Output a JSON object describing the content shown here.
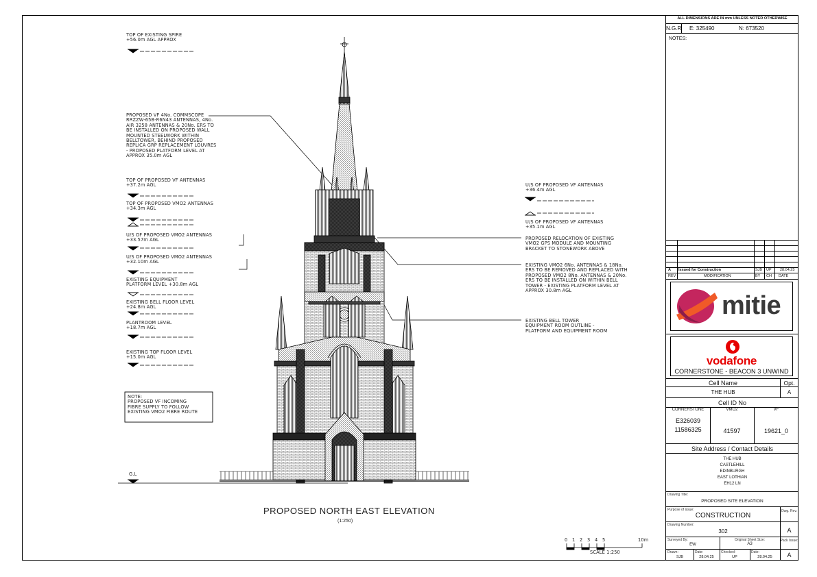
{
  "drawing": {
    "labels": {
      "spire": "TOP OF EXISTING SPIRE\n+56.0m AGL APPROX",
      "vf_proposal": "PROPOSED VF 4No. COMMSCOPE\nRRZZW-65B-R6N43 ANTENNAS, 4No.\nAIR 3258 ANTENNAS & 20No. ERS TO\nBE INSTALLED ON PROPOSED WALL\nMOUNTED STEELWORK WITHIN\nBELLTOWER, BEHIND PROPOSED\nREPLICA GRP REPLACEMENT LOUVRES\n- PROPOSED PLATFORM LEVEL AT\nAPPROX 35.0m AGL",
      "top_vf": "TOP OF PROPOSED VF ANTENNAS\n+37.2m AGL",
      "top_vmo2": "TOP OF PROPOSED VMO2 ANTENNAS\n+34.3m AGL",
      "us_vmo2_a": "U/S OF PROPOSED VMO2 ANTENNAS\n+33.57m AGL",
      "us_vmo2_b": "U/S OF PROPOSED VMO2 ANTENNAS\n+32.10m AGL",
      "equip_platform": "EXISTING EQUIPMENT\nPLATFORM LEVEL +30.8m AGL",
      "bell_floor": "EXISTING BELL FLOOR LEVEL\n+24.8m AGL",
      "plantroom": "PLANTROOM LEVEL\n+18.7m AGL",
      "top_floor": "EXISTING TOP FLOOR LEVEL\n+15.0m AGL",
      "note": "NOTE:\nPROPOSED VF INCOMING\nFIBRE SUPPLY TO FOLLOW\nEXISTING VMO2 FIBRE ROUTE",
      "gl": "G.L",
      "us_vf_a": "U/S OF PROPOSED VF ANTENNAS\n+36.4m AGL",
      "us_vf_b": "U/S OF PROPOSED VF ANTENNAS\n+35.1m AGL",
      "gps": "PROPOSED RELOCATION OF EXISTING\nVMO2 GPS MODULE AND MOUNTING\nBRACKET TO STONEWORK ABOVE",
      "vmo2_existing": "EXISTING VMO2 6No. ANTENNAS & 18No.\nERS TO BE REMOVED AND REPLACED WITH\nPROPOSED VMO2 8No. ANTENNAS & 20No.\nERS TO BE INSTALLED ON WITHIN BELL\nTOWER - EXISTING PLATFORM LEVEL AT\nAPPROX 30.8m AGL",
      "bell_tower": "EXISTING BELL TOWER\nEQUIPMENT ROOM OUTLINE -\nPLATFORM AND EQUIPMENT ROOM"
    },
    "caption": "PROPOSED NORTH EAST ELEVATION",
    "caption_scale": "(1:250)",
    "scale_bar": {
      "ticks": [
        "0",
        "1",
        "2",
        "3",
        "4",
        "5"
      ],
      "end": "10m",
      "label": "SCALE 1:250"
    }
  },
  "title_block": {
    "dims_note": "ALL DIMENSIONS ARE IN mm UNLESS NOTED OTHERWISE",
    "ngr": "N.G.R",
    "easting": "E:  325490",
    "northing": "N:  673520",
    "notes": "NOTES:",
    "revision": {
      "rev": "A",
      "desc": "Issued for Construction",
      "by": "SJB",
      "ch": "UP",
      "date": "28.04.25"
    },
    "rev_headers": {
      "rev": "REV",
      "mod": "MODIFICATION",
      "by": "BY",
      "ch": "CH",
      "date": "DATE"
    },
    "logo_mitie": "mitie",
    "logo_vodafone": "vodafone",
    "project": "CORNERSTONE - BEACON 3 UNWIND",
    "cell_name_label": "Cell Name",
    "opt_label": "Opt.",
    "cell_name": "THE HUB",
    "opt": "A",
    "cell_id_label": "Cell ID No",
    "ids": {
      "h_cornerstone": "CORNERSTONE",
      "h_vmo2": "VMO2",
      "h_vf": "VF",
      "cornerstone_a": "E326039",
      "cornerstone_b": "11586325",
      "vmo2": "41597",
      "vf": "19621_0"
    },
    "address_label": "Site Address / Contact Details",
    "address": [
      "THE HUB",
      "CASTLEHILL",
      "EDINBURGH",
      "EAST LOTHIAN",
      "EH12 LN"
    ],
    "drawing_title_label": "Drawing Title:",
    "drawing_title": "PROPOSED SITE ELEVATION",
    "purpose_label": "Purpose of issue:",
    "purpose": "CONSTRUCTION",
    "dwg_rev_label": "Dwg. Rev.",
    "drawing_number_label": "Drawing Number:",
    "drawing_number": "302",
    "dwg_rev": "A",
    "surveyed_label": "Surveyed By:",
    "surveyed": "EW",
    "sheet_size_label": "Original Sheet Size:",
    "sheet_size": "A3",
    "pack_label": "Pack Issue:",
    "drawn_label": "Drawn:",
    "drawn": "SJB",
    "date_label": "Date:",
    "date1": "28.04.25",
    "checked_label": "Checked:",
    "checked": "UP",
    "date2": "28.04.25",
    "pack": "A"
  },
  "colors": {
    "vodafone_red": "#e60000",
    "mitie_magenta": "#c4265e",
    "mitie_orange": "#f05a28",
    "mitie_text": "#3a3a3a"
  }
}
